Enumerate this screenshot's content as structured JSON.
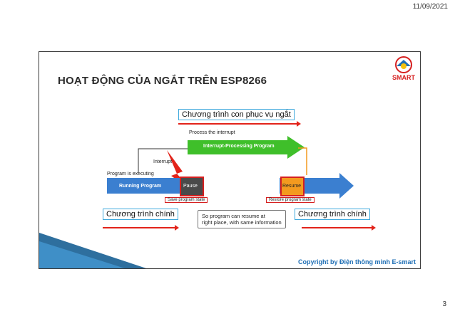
{
  "date": "11/09/2021",
  "page_number": "3",
  "slide": {
    "title": "HOẠT ĐỘNG CỦA NGẮT TRÊN ESP8266",
    "logo_text": "SMART",
    "copyright": "Copyright by Điện thông minh E-smart"
  },
  "diagram": {
    "isr_label": "Chương  trình con phục vụ ngắt",
    "process_interrupt": "Process the interrupt",
    "interrupt_program": "Interrupt-Processing Program",
    "interrupt": "Interrupt",
    "program_executing": "Program is executing",
    "running_program": "Running Program",
    "pause": "Pause",
    "resume": "Resume",
    "save_state": "Save program state",
    "restore_state": "Restore program state",
    "main_left": "Chương trình chính",
    "main_right": "Chương trình chính",
    "note_line1": "So program can resume at",
    "note_line2": "right place, with same information"
  },
  "colors": {
    "slide_border": "#3a3a3a",
    "blue": "#3b7fd0",
    "green": "#3fbf2a",
    "orange": "#f39a1f",
    "red": "#e2231a",
    "pause_gray": "#4a4a4a",
    "copyright": "#1f6fb5"
  }
}
